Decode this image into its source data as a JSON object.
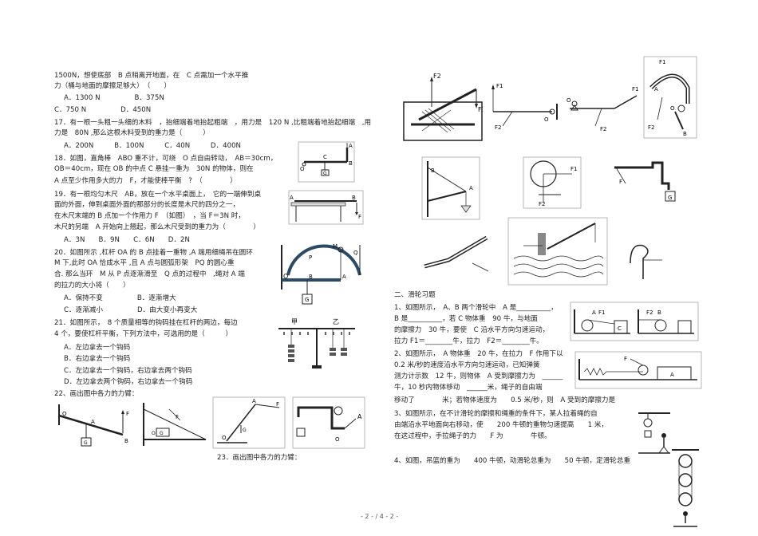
{
  "left_column": {
    "lines": [
      "1500N，想使底部　B 点稍离开地面，在　C 点需加一个水平推",
      "力（桶与地面的摩擦足够大）　（　　）",
      "A．1300 N　　　　　B．375N",
      "C．750 N　　　　　D．450N",
      "17．有一根一头粗一头细的木料　，抬细端着地抬起粗端　，用力是　120 N ,比粗端着地抬起细端　,用",
      "力是　80N ,那么这根木料受到的重力是（　　　）",
      "A．200N　　　B．100N　　　C．40N　　　D．400N",
      "18．如图，直角棒　ABO 重不计，可绕　O 点自由转动，　AB＝30cm，",
      "OB＝40cm，现在 OB 的中点 C 悬挂一重为　30N 的物体，则在",
      "A 点至少作用多大的力　F，才能使棒平衡　?　（　　　　）",
      "19．有一根均匀木尺　AB，放在一个水平桌面上，　它的一端伸到桌",
      "面的外面，伸到桌面外面的那部分的长度是木尺的四分之一，",
      "在木尺末端的 B 点加一个作用力 F　（如图）　，当 F＝3N 时，",
      "木尺的另端　A 开始向上翘起，那么木尺受到的重力为（　　　　）",
      "A．3N　　B．9N　　C．6N　　D．2N",
      "20．如图所示 ,杠杆 OA 的 B 点挂着一重物 ,A 端用细绳吊在圆环",
      "M 下,此时 OA 恰成水平 ,且 A 点与圆弧形架　PQ 的圆心重",
      "合. 那么当环　M 从 P 点逐渐滑至　Q 点的过程中　,绳对 A 端",
      "的拉力的大小将（　　）",
      "A．保持不变　　　　　B．逐渐增大",
      "C．逐渐减小　　　　　D．由大变小再变大",
      "21．如图所示，　8 个质量相等的钩码挂在杠杆的两边，每边",
      "4 个，要使杠杆平衡，下列方法中，可选用的是（　　　）",
      "A．左边拿去一个钩码",
      "B．右边拿去一个钩码",
      "C．左边拿去一个钩码，右边拿去两个钩码",
      "D．左边拿去两个钩码，右边拿去一个钩码",
      "22、画出图中各力的力臂：",
      "23．画出图中各力的力臂："
    ]
  },
  "right_column": {
    "lines": [
      "二、滑轮习题",
      "1、如图所示，　A、B 两个滑轮中　A 是__________，",
      "B 是__________，若 C 物体重　90 牛，与地面",
      "的摩擦力　30 牛，要使　C 沿水平方向匀速运动，",
      "拉力 F1＝________牛，拉力　F2＝________牛。",
      "2、如图所示，　A 物体重　20 牛，在拉力　F 作用下以",
      "0.2 米/秒的速度沿水平方向匀速运动，已知弹簧",
      "测力计示数　12 牛，则物体　A 受到摩擦力为　______",
      "牛，10 秒内物体移动　______米，绳子的自由端",
      "移动了　　　　米；若物体速度为　　0.5 米/秒，则　A 受到的摩擦力是",
      "3、如图所示，在不计滑轮的摩擦和绳重的条件下，某人拉着绳的自",
      "由端沿水平地面向右移动，使　　200 牛顿的重物匀速提高　　1 米，",
      "在这过程中，手拉绳子的力　　F 为　　　　牛顿。",
      "4、如图，吊篮的重为　　400 牛顿，动滑轮总重为　　50 牛顿，定滑轮总重"
    ]
  },
  "figure_labels": {
    "f_prob18": [
      "A",
      "C",
      "B",
      "O",
      "G"
    ],
    "f_prob19": [
      "A",
      "B",
      "F"
    ],
    "f_prob20": [
      "P",
      "M",
      "Q",
      "O",
      "B",
      "A",
      "G"
    ],
    "f_prob21": [
      "甲",
      "乙"
    ],
    "f_p22a": [
      "O",
      "A",
      "F",
      "B",
      "G"
    ],
    "f_p22b": [
      "F",
      "G",
      "O"
    ],
    "f_p22c": [
      "A",
      "F",
      "O",
      "G"
    ],
    "f_p22d": [
      "A",
      "O"
    ],
    "f_r_crowbar": [
      "F2",
      "F1"
    ],
    "f_r_lever1": [
      "F1",
      "O",
      "F2"
    ],
    "f_r_lever2": [
      "O",
      "F1",
      "F2"
    ],
    "f_r_hook": [
      "F1",
      "F2",
      "A",
      "O",
      "B"
    ],
    "f_r_crane": [
      "B",
      "A"
    ],
    "f_r_wheel": [
      "F1",
      "F2"
    ],
    "f_r_bracket": [
      "F",
      "G"
    ],
    "f_r_pulley1": [
      "A",
      "F1",
      "B",
      "F2",
      "C"
    ],
    "f_r_spring": [
      "F",
      "A"
    ]
  },
  "footer": {
    "page": "- 2 - / 4 - 2 -"
  },
  "colors": {
    "ink": "#222222",
    "fig_blue": "#2c4a66",
    "light": "#e6e6e6"
  }
}
